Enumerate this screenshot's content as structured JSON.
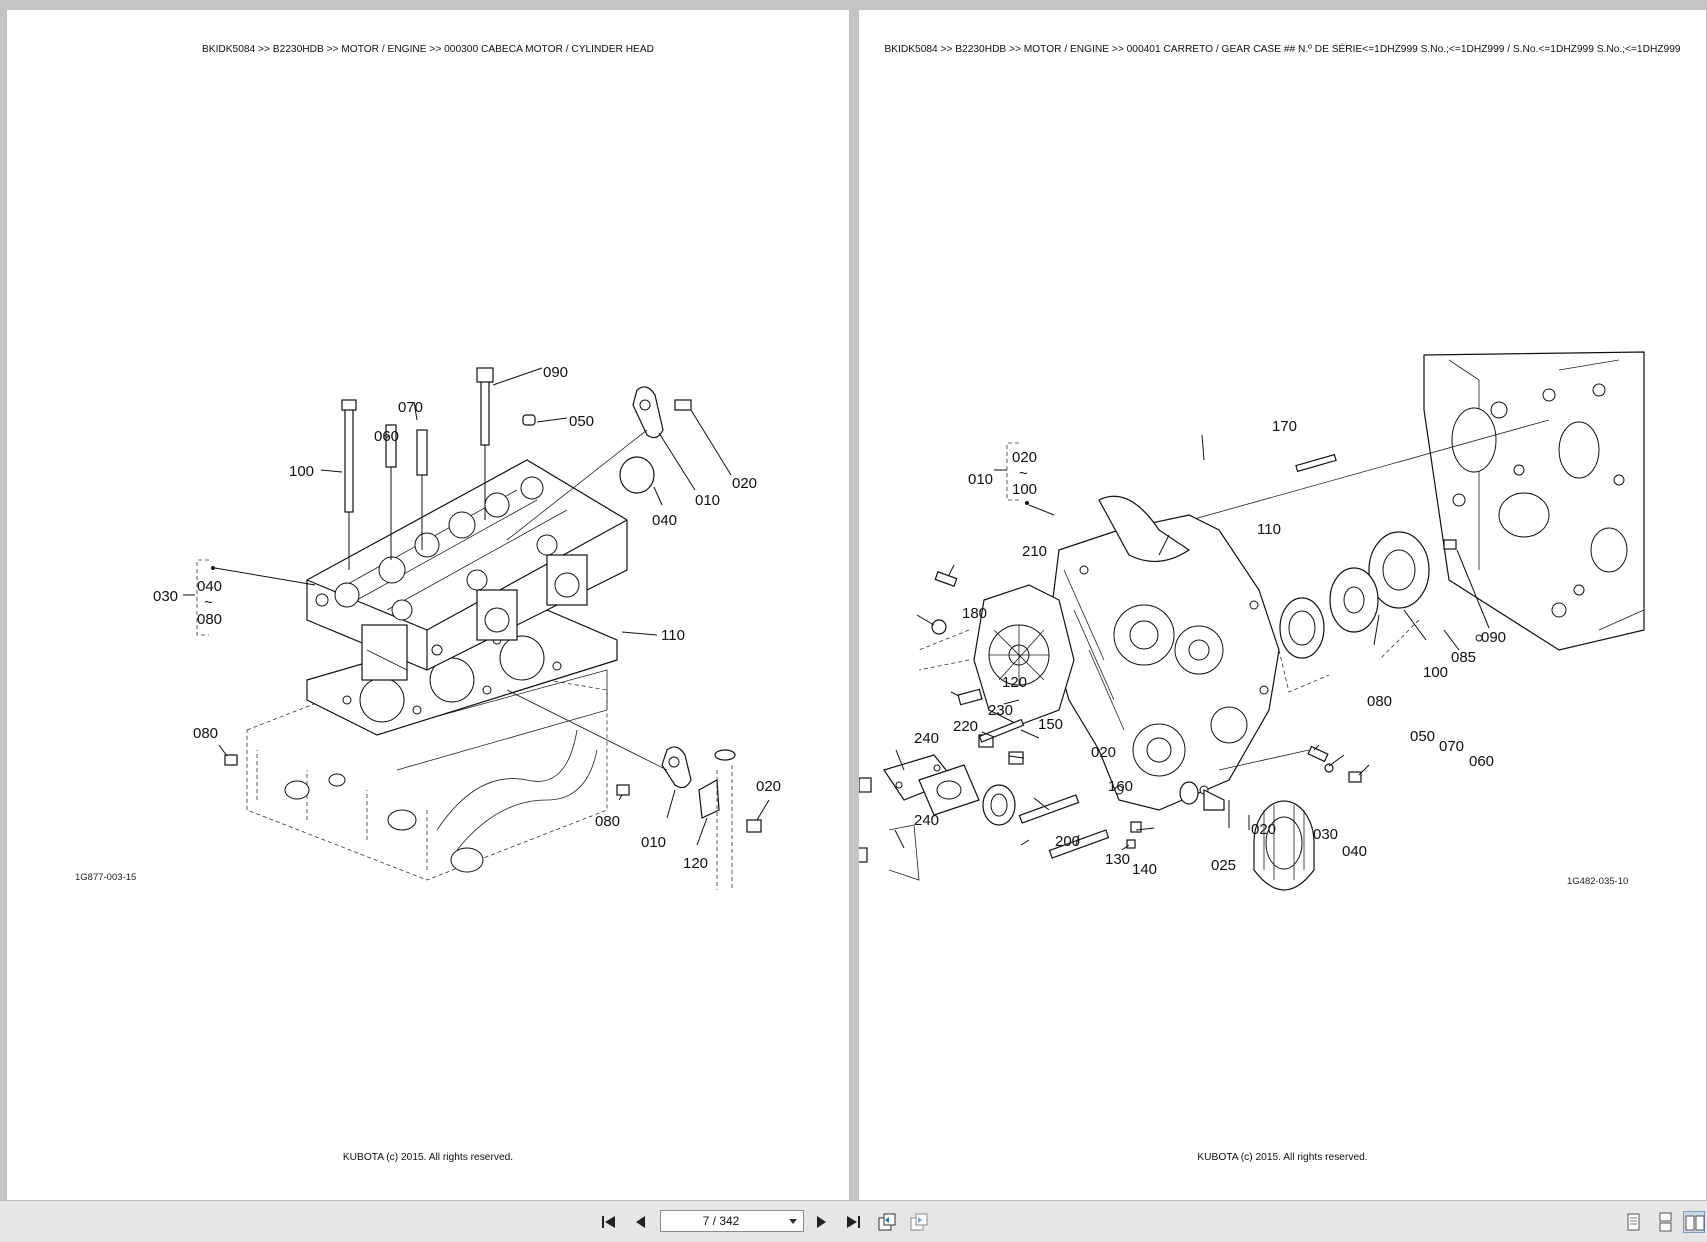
{
  "left_page": {
    "header": "BKIDK5084 >> B2230HDB >> MOTOR / ENGINE >> 000300   CABECA MOTOR / CYLINDER HEAD",
    "figure_code": "1G877-003-15",
    "footer": "KUBOTA (c) 2015. All rights reserved.",
    "callouts": [
      "090",
      "070",
      "050",
      "060",
      "100",
      "020",
      "010",
      "040",
      "030",
      "040",
      "~",
      "080",
      "110",
      "080",
      "080",
      "010",
      "120",
      "020"
    ]
  },
  "right_page": {
    "header": "BKIDK5084 >> B2230HDB >> MOTOR / ENGINE >> 000401   CARRETO / GEAR CASE ## N.º DE SÉRIE<=1DHZ999 S.No.;<=1DHZ999 / S.No.<=1DHZ999 S.No.;<=1DHZ999",
    "figure_code": "1G482-035-10",
    "footer": "KUBOTA (c) 2015. All rights reserved.",
    "callouts": [
      "170",
      "010",
      "020",
      "~",
      "100",
      "110",
      "210",
      "180",
      "090",
      "085",
      "100",
      "080",
      "120",
      "230",
      "150",
      "220",
      "240",
      "020",
      "160",
      "050",
      "070",
      "060",
      "240",
      "200",
      "130",
      "140",
      "025",
      "020",
      "030",
      "040"
    ]
  },
  "toolbar": {
    "page_indicator": "7 / 342",
    "icons": [
      "first-page-icon",
      "prev-page-icon",
      "next-page-icon",
      "last-page-icon",
      "back-view-icon",
      "forward-view-icon",
      "single-page-icon",
      "continuous-icon",
      "two-page-icon"
    ]
  }
}
